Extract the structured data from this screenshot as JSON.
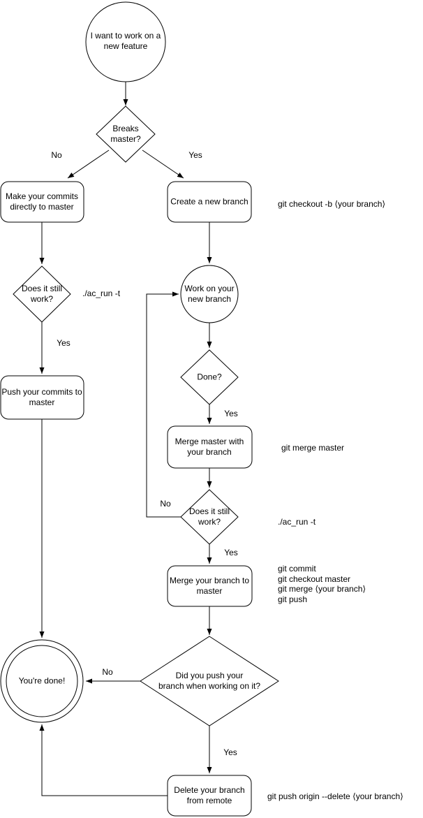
{
  "diagram": {
    "type": "flowchart",
    "topic": "git branching workflow",
    "colors": {
      "stroke": "#000000",
      "fill": "#ffffff",
      "text": "#000000"
    },
    "nodes": {
      "start": {
        "shape": "circle",
        "label": "I want to work on a\nnew feature"
      },
      "breaks_master": {
        "shape": "diamond",
        "label": "Breaks\nmaster?"
      },
      "make_commits": {
        "shape": "rounded-rect",
        "label": "Make your commits\ndirectly to master"
      },
      "create_branch": {
        "shape": "rounded-rect",
        "label": "Create a new branch"
      },
      "still_work_left": {
        "shape": "diamond",
        "label": "Does it still\nwork?"
      },
      "work_branch": {
        "shape": "circle",
        "label": "Work on your\nnew branch"
      },
      "push_commits": {
        "shape": "rounded-rect",
        "label": "Push your commits to\nmaster"
      },
      "done_q": {
        "shape": "diamond",
        "label": "Done?"
      },
      "merge_master": {
        "shape": "rounded-rect",
        "label": "Merge master with\nyour branch"
      },
      "still_work_right": {
        "shape": "diamond",
        "label": "Does it still\nwork?"
      },
      "merge_branch": {
        "shape": "rounded-rect",
        "label": "Merge your branch to\nmaster"
      },
      "did_push": {
        "shape": "diamond",
        "label": "Did you push your\nbranch when working on it?"
      },
      "youre_done": {
        "shape": "double-circle",
        "label": "You're done!"
      },
      "delete_branch": {
        "shape": "rounded-rect",
        "label": "Delete your branch\nfrom remote"
      }
    },
    "edge_labels": {
      "breaks_no": "No",
      "breaks_yes": "Yes",
      "still_left_yes": "Yes",
      "done_yes": "Yes",
      "still_right_no": "No",
      "still_right_yes": "Yes",
      "did_push_no": "No",
      "did_push_yes": "Yes"
    },
    "annotations": {
      "checkout_cmd": "git checkout -b ⟨your branch⟩",
      "ac_run_left": "./ac_run -t",
      "merge_master_cmd": "git merge master",
      "ac_run_right": "./ac_run -t",
      "merge_branch_cmds": "git commit\ngit checkout master\ngit merge ⟨your branch⟩\ngit push",
      "delete_remote_cmd": "git push origin --delete ⟨your branch⟩"
    }
  }
}
